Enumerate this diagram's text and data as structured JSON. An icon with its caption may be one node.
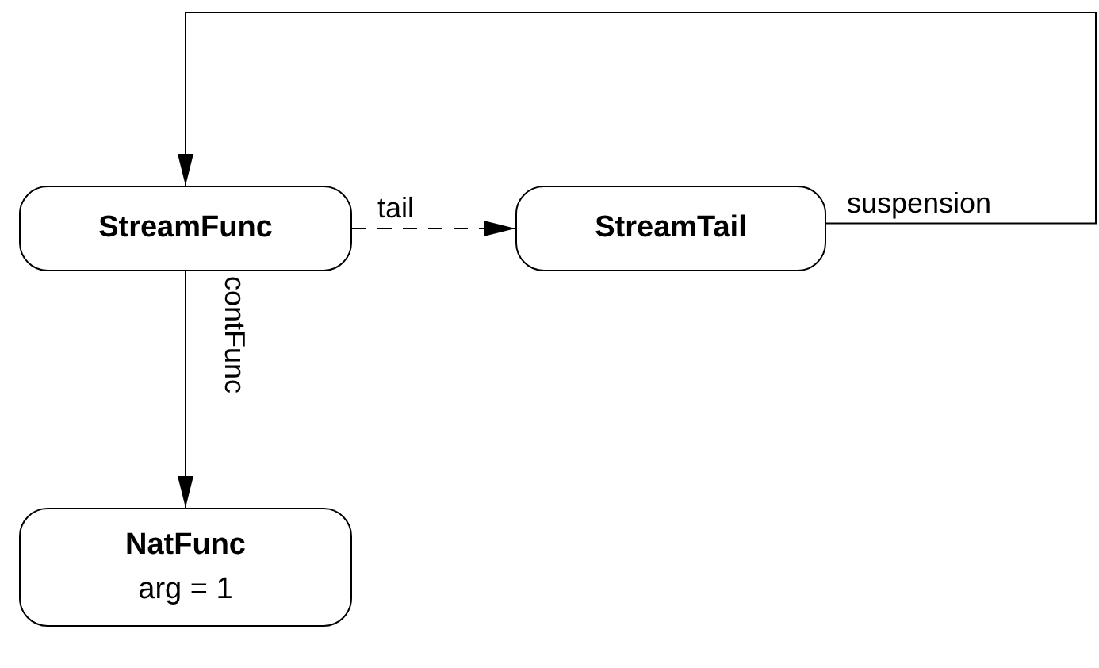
{
  "diagram": {
    "nodes": [
      {
        "text": [
          "StreamFunc"
        ]
      },
      {
        "text": [
          "StreamTail"
        ]
      },
      {
        "text": [
          "NatFunc",
          "arg = 1"
        ]
      }
    ],
    "edges": [
      {
        "from": 0,
        "to": 1,
        "arrow": "to",
        "label": "tail",
        "style": "dashed"
      },
      {
        "from": 0,
        "to": 2,
        "arrow": "to",
        "label": "contFunc"
      },
      {
        "from": 1,
        "to": 0,
        "arrow": "to",
        "label": "suspension"
      }
    ]
  }
}
